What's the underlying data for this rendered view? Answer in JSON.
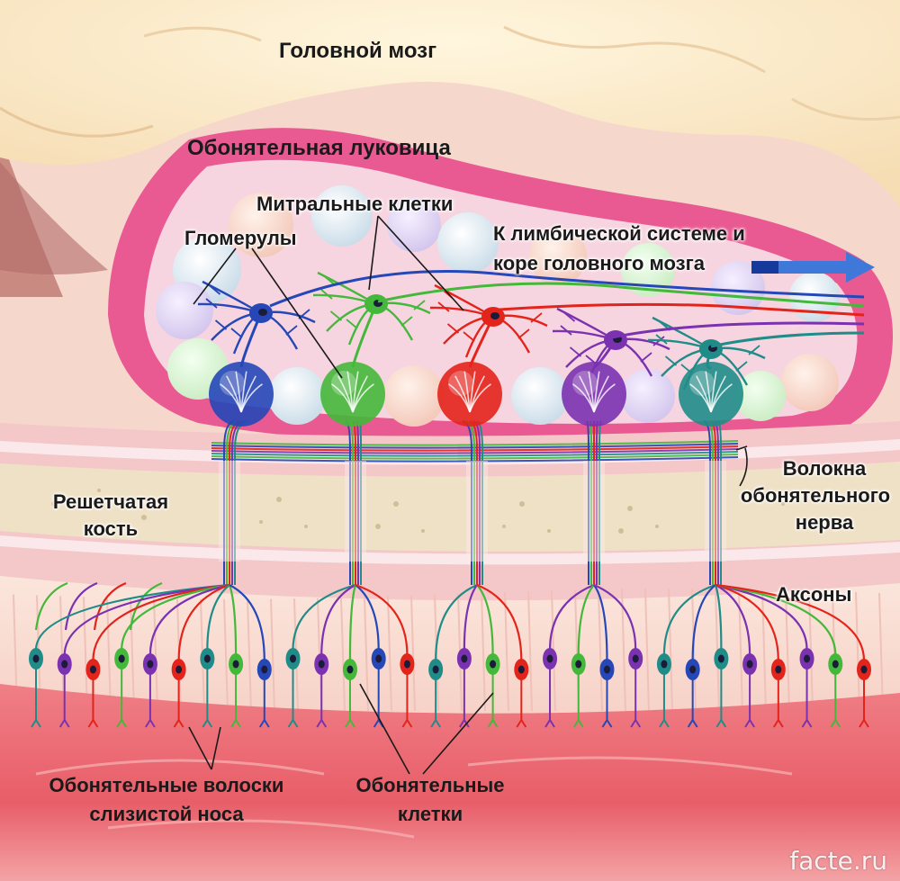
{
  "labels": {
    "brain": "Головной мозг",
    "bulb": "Обонятельная луковица",
    "mitral": "Митральные клетки",
    "glomeruli": "Гломерулы",
    "limbic_line1": "К лимбической системе и",
    "limbic_line2": "коре головного мозга",
    "bone_line1": "Решетчатая",
    "bone_line2": "кость",
    "fibers_line1": "Волокна",
    "fibers_line2": "обонятельного",
    "fibers_line3": "нерва",
    "axons": "Аксоны",
    "hairs_line1": "Обонятельные волоски",
    "hairs_line2": "слизистой носа",
    "cells_line1": "Обонятельные",
    "cells_line2": "клетки"
  },
  "watermark": "facte.ru",
  "colors": {
    "blue": "#2547b8",
    "green": "#44b83a",
    "red": "#e3241b",
    "purple": "#7a32b0",
    "teal": "#1f8c88",
    "bulb_rim": "#e8508a",
    "arrow": "#2a64c8"
  },
  "glomeruli": [
    "blue",
    "green",
    "red",
    "purple",
    "teal"
  ],
  "receptor_cells": [
    "teal",
    "purple",
    "red",
    "green",
    "purple",
    "red",
    "teal",
    "green",
    "blue",
    "teal",
    "purple",
    "green",
    "blue",
    "red",
    "teal",
    "purple",
    "green",
    "red",
    "purple",
    "green",
    "blue",
    "purple",
    "teal",
    "blue",
    "teal",
    "purple",
    "red",
    "purple",
    "green",
    "red"
  ]
}
